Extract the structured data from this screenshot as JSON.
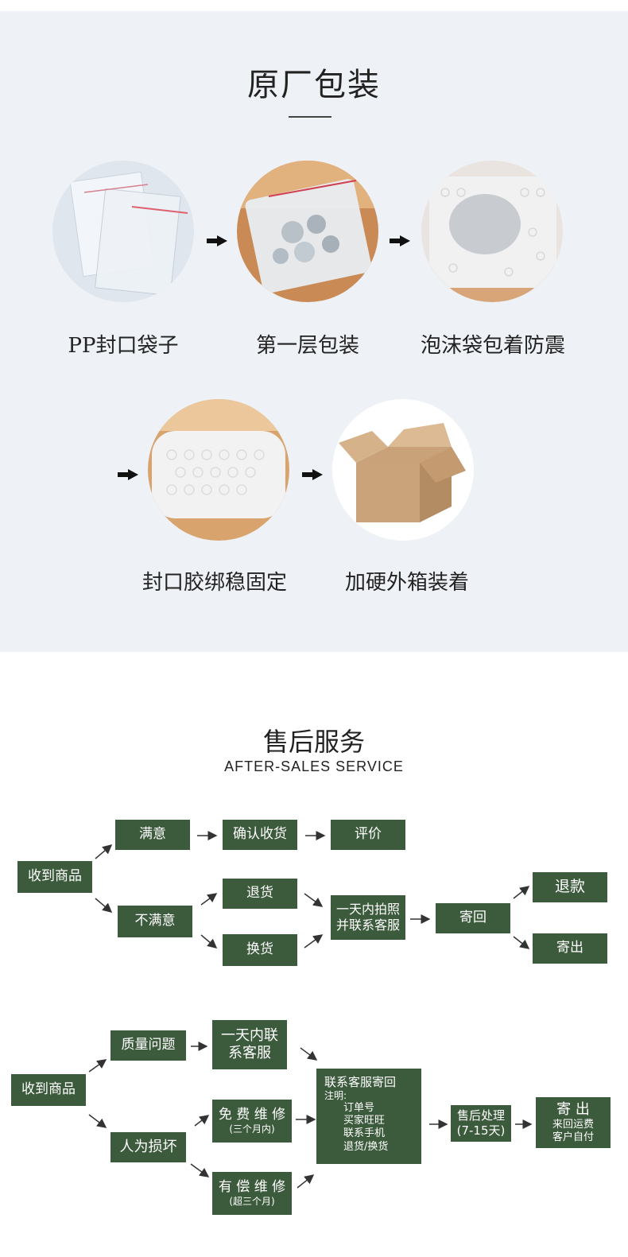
{
  "packaging": {
    "title": "原厂包装",
    "steps": [
      {
        "label": "PP封口袋子"
      },
      {
        "label": "第一层包装"
      },
      {
        "label": "泡沫袋包着防震"
      },
      {
        "label": "封口胶绑稳固定"
      },
      {
        "label": "加硬外箱装着"
      }
    ]
  },
  "after_sales": {
    "title": "售后服务",
    "subtitle": "AFTER-SALES SERVICE",
    "flow1": {
      "received": "收到商品",
      "satisfied": "满意",
      "confirm": "确认收货",
      "review": "评价",
      "unsatisfied": "不满意",
      "return": "退货",
      "exchange": "换货",
      "photo_line1": "一天内拍照",
      "photo_line2": "并联系客服",
      "send_back": "寄回",
      "refund": "退款",
      "ship_out": "寄出"
    },
    "flow2": {
      "received": "收到商品",
      "quality": "质量问题",
      "contact_line1": "一天内联",
      "contact_line2": "系客服",
      "damage": "人为损坏",
      "free_repair": "免 费 维 修",
      "free_repair_note": "(三个月内)",
      "paid_repair": "有 偿 维 修",
      "paid_repair_note": "(超三个月)",
      "center_title": "联系客服寄回",
      "center_note_label": "注明:",
      "center_notes": [
        "订单号",
        "买家旺旺",
        "联系手机",
        "退货/换货"
      ],
      "process_line1": "售后处理",
      "process_line2": "(7-15天)",
      "final_title": "寄   出",
      "final_line1": "来回运费",
      "final_line2": "客户自付"
    }
  }
}
